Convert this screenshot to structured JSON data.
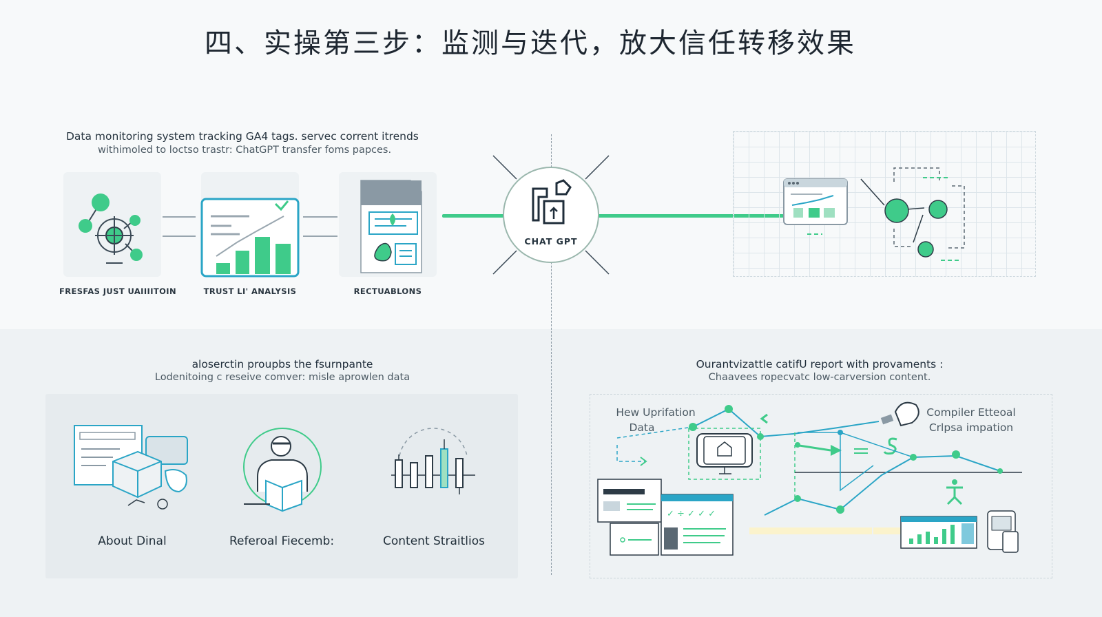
{
  "title": "四、实操第三步：监测与迭代，放大信任转移效果",
  "intro": {
    "line1": "Data monitoring system tracking GA4 tags. servec corrent itrends",
    "line2": "withimoled to loctso trastr: ChatGPT transfer foms papces."
  },
  "top_cards": [
    {
      "label": "FRESFAS JUST UAIIIITOIN",
      "icon": "network-nodes-icon"
    },
    {
      "label": "TRUST LI' ANALYSIS",
      "icon": "bar-chart-icon"
    },
    {
      "label": "RECTUABLONS",
      "icon": "document-icon"
    }
  ],
  "hub": {
    "label": "CHAT GPT",
    "icon": "chat-gpt-icon"
  },
  "left_section": {
    "heading": "aloserctin proupbs the fsurnpante",
    "subheading": "Lodenitoing c reseive comver: misle aprowlen data",
    "items": [
      {
        "label": "About Dinal",
        "icon": "box-document-icon"
      },
      {
        "label": "Referoal Fiecemb:",
        "icon": "person-reading-icon"
      },
      {
        "label": "Content Straitlios",
        "icon": "candlestick-chart-icon"
      }
    ]
  },
  "right_section": {
    "heading": "Ourantvizattle catifU report with provaments :",
    "subheading": "Chaavees ropecvatc low-carversion content.",
    "note_left_1": "Hew Uprifation",
    "note_left_2": "Data",
    "note_right_1": "Compiler Etteoal",
    "note_right_2": "Crlpsa impation"
  },
  "colors": {
    "accent_green": "#3fcb8a",
    "accent_blue": "#2aa5c6",
    "line_gray": "#98a5ae",
    "band": "#eef2f4"
  }
}
